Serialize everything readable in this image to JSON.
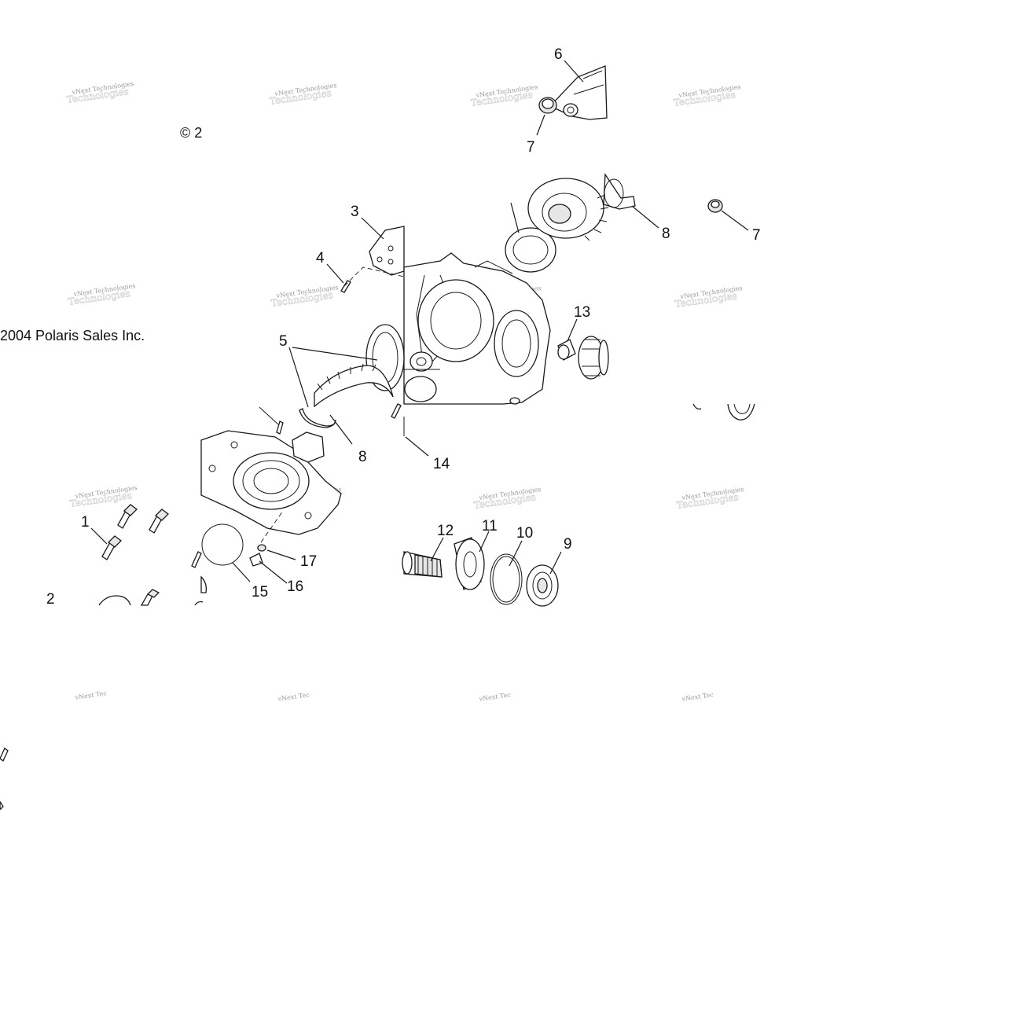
{
  "copyright": {
    "full": "2004 Polaris Sales Inc.",
    "fragment": "© 2"
  },
  "watermark": {
    "text": "vNext Technologies",
    "short": "vNext Tec"
  },
  "callouts": [
    "1",
    "2",
    "3",
    "4",
    "5",
    "6",
    "7",
    "7",
    "8",
    "8",
    "9",
    "10",
    "11",
    "12",
    "13",
    "14",
    "15",
    "16",
    "17"
  ]
}
